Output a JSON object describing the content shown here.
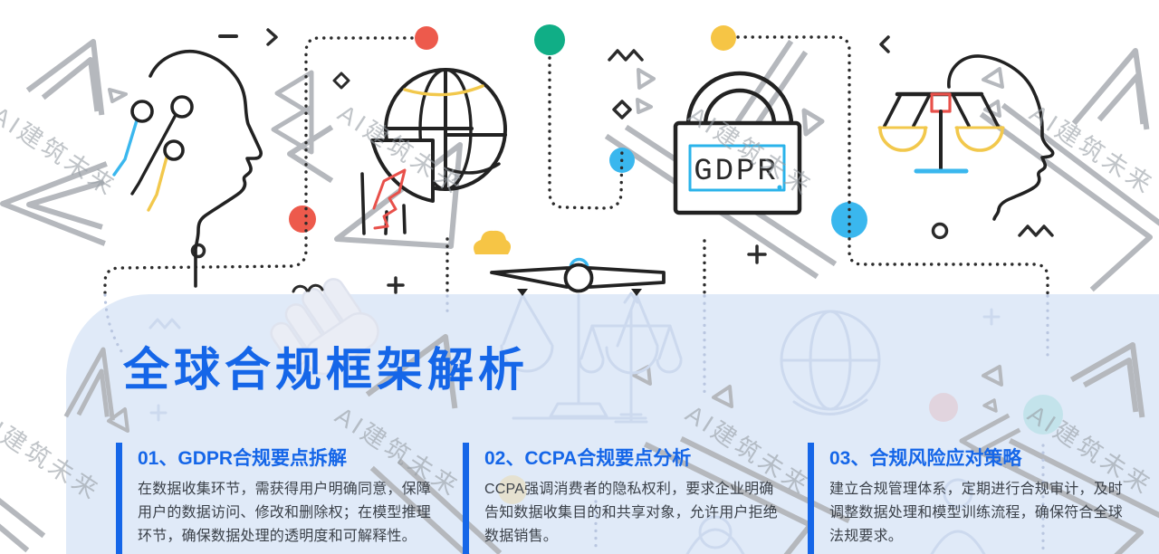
{
  "watermark": {
    "text": "AI建筑未来"
  },
  "illustrations": {
    "padlock_label": "GDPR"
  },
  "panel": {
    "title": "全球合规框架解析",
    "sections": [
      {
        "heading": "01、GDPR合规要点拆解",
        "body": "在数据收集环节，需获得用户明确同意，保障用户的数据访问、修改和删除权；在模型推理环节，确保数据处理的透明度和可解释性。"
      },
      {
        "heading": "02、CCPA合规要点分析",
        "body": "CCPA强调消费者的隐私权利，要求企业明确告知数据收集目的和共享对象，允许用户拒绝数据销售。"
      },
      {
        "heading": "03、合规风险应对策略",
        "body": "建立合规管理体系，定期进行合规审计，及时调整数据处理和模型训练流程，确保符合全球法规要求。"
      }
    ]
  },
  "colors": {
    "accent_blue": "#1566e8",
    "panel_bg": "#e0eaf8",
    "ink": "#222222",
    "red": "#ed5a4c",
    "yellow": "#f2c84c",
    "green": "#10ae86",
    "cyan": "#3ab7ee",
    "deco_gray": "#b5b8bd",
    "body_text": "#3b4149"
  }
}
